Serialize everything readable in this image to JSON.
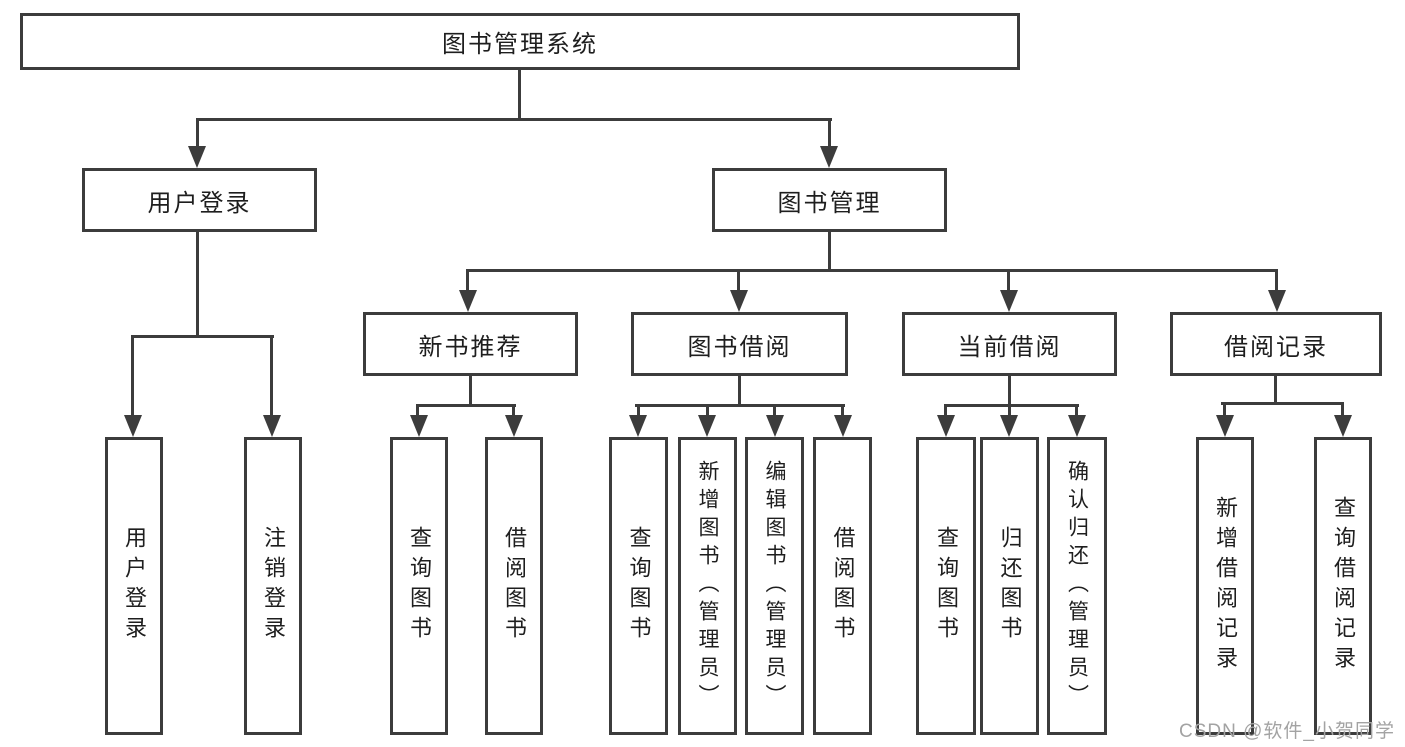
{
  "diagram_type": "hierarchy-tree",
  "tree": {
    "label": "图书管理系统",
    "children": [
      {
        "label": "用户登录",
        "children": [
          {
            "label": "用户登录"
          },
          {
            "label": "注销登录"
          }
        ]
      },
      {
        "label": "图书管理",
        "children": [
          {
            "label": "新书推荐",
            "children": [
              {
                "label": "查询图书"
              },
              {
                "label": "借阅图书"
              }
            ]
          },
          {
            "label": "图书借阅",
            "children": [
              {
                "label": "查询图书"
              },
              {
                "label": "新增图书（管理员）"
              },
              {
                "label": "编辑图书（管理员）"
              },
              {
                "label": "借阅图书"
              }
            ]
          },
          {
            "label": "当前借阅",
            "children": [
              {
                "label": "查询图书"
              },
              {
                "label": "归还图书"
              },
              {
                "label": "确认归还（管理员）"
              }
            ]
          },
          {
            "label": "借阅记录",
            "children": [
              {
                "label": "新增借阅记录"
              },
              {
                "label": "查询借阅记录"
              }
            ]
          }
        ]
      }
    ]
  },
  "watermark": "CSDN @软件_小贺同学",
  "colors": {
    "line": "#3c3c3c",
    "text": "#1e1e1e",
    "watermark": "#a3a3a3",
    "background": "#ffffff"
  }
}
